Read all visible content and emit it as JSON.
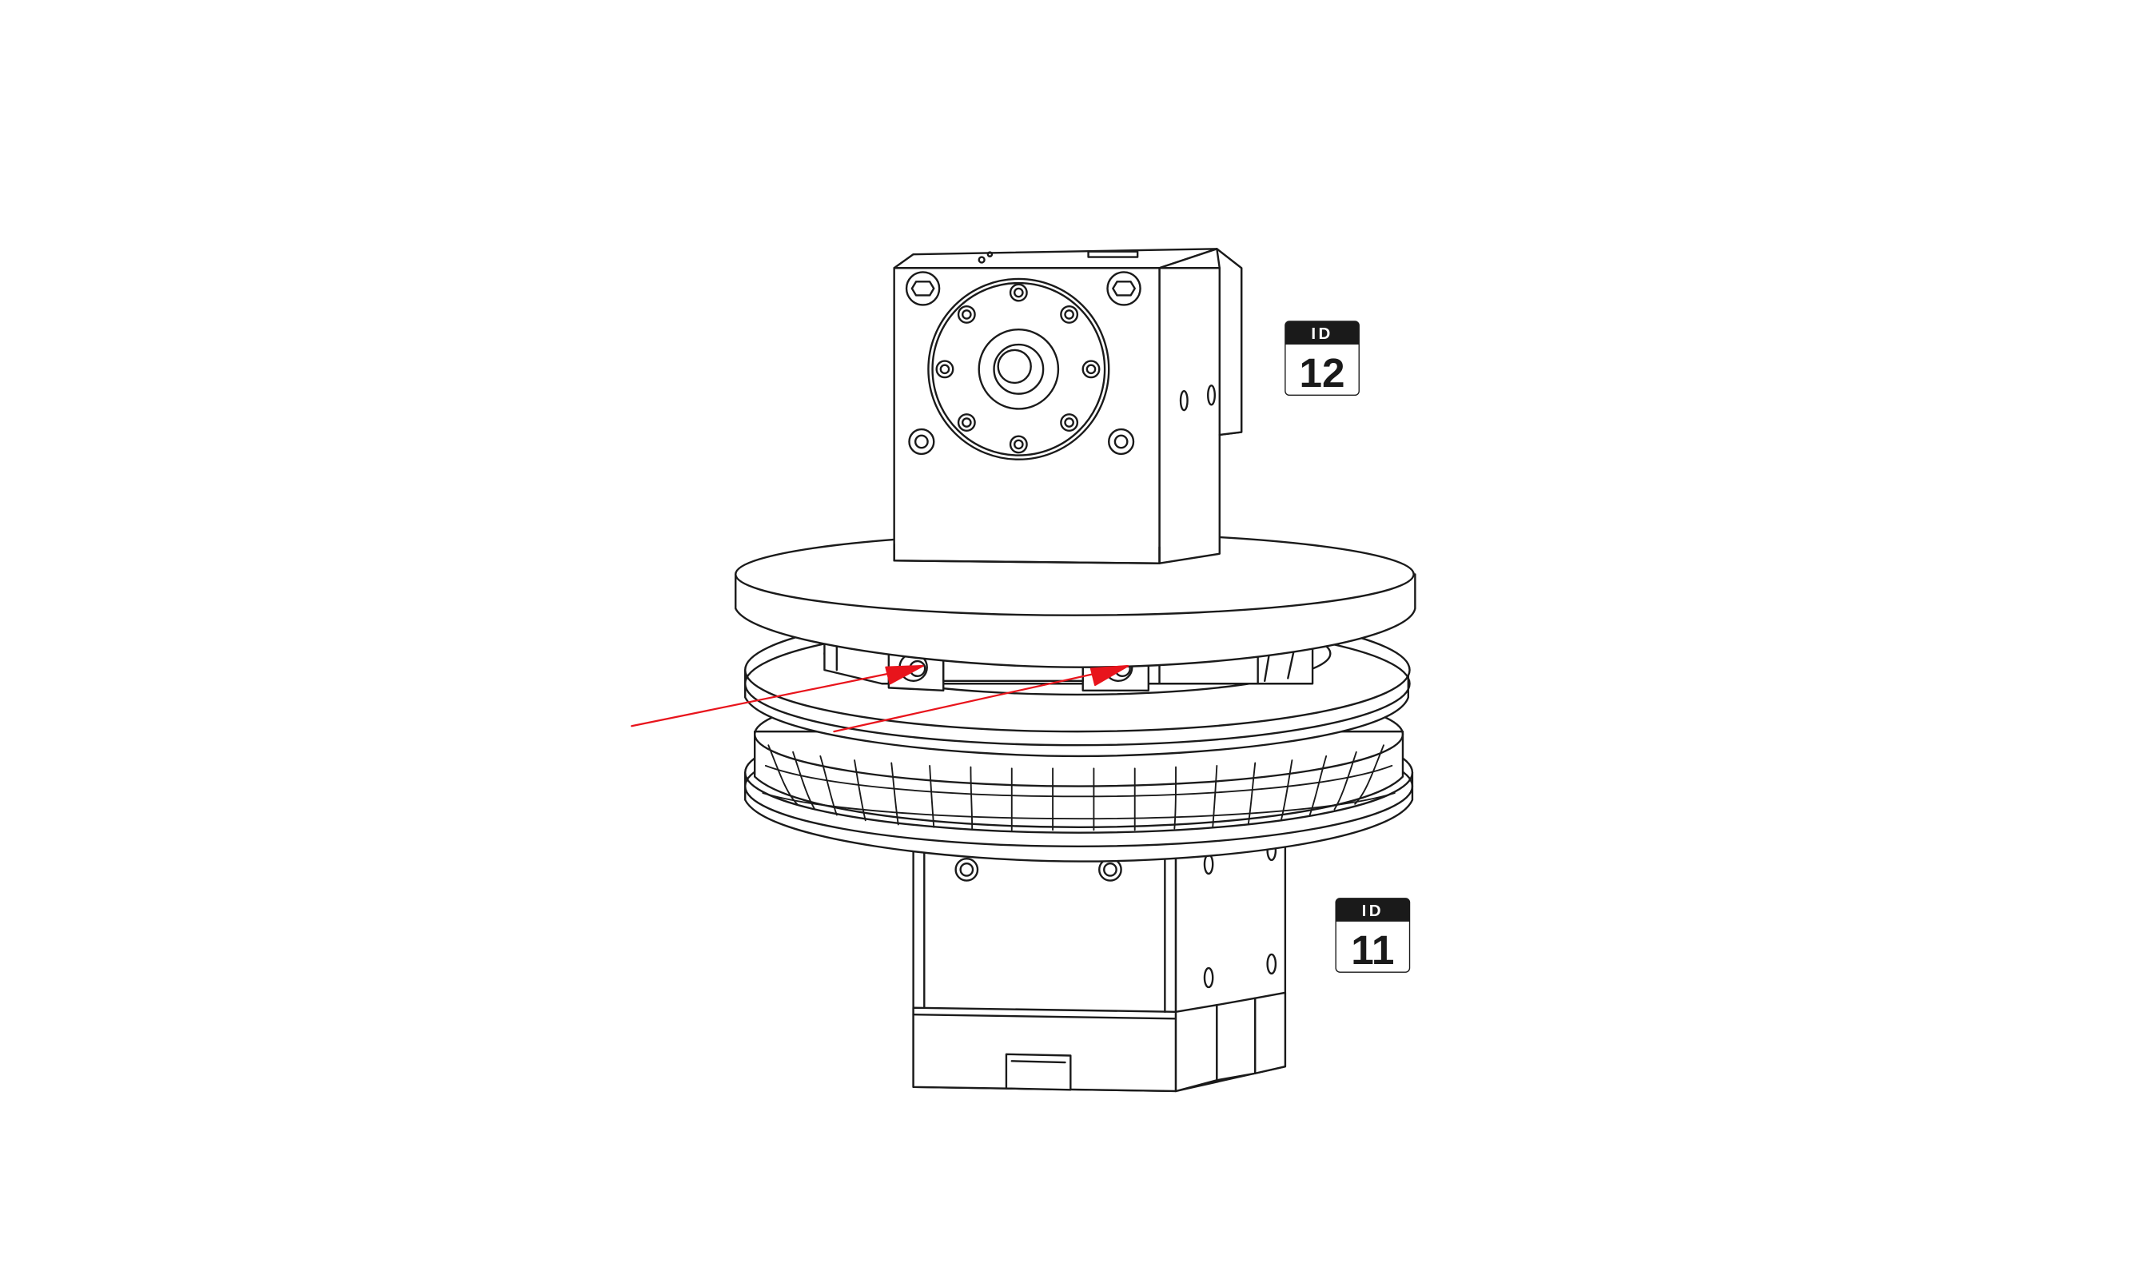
{
  "badges": {
    "upper": {
      "caption": "ID",
      "number": "12"
    },
    "lower": {
      "caption": "ID",
      "number": "11"
    }
  },
  "colors": {
    "line": "#1a1a1a",
    "arrow": "#e8141c",
    "badge_dark": "#1a1a1a",
    "background": "#ffffff"
  }
}
